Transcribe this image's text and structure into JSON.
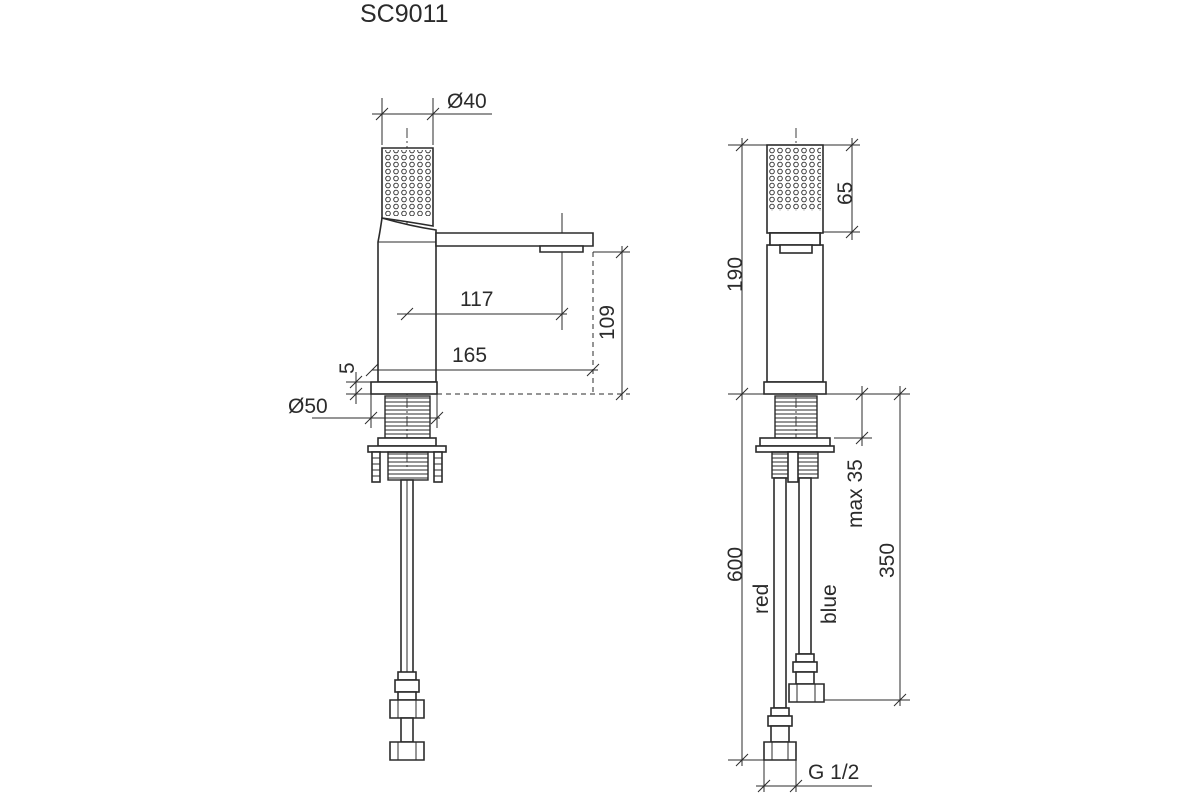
{
  "title": "SC9011",
  "front_view": {
    "dim_spout_dia": "Ø40",
    "dim_reach_117": "117",
    "dim_reach_165": "165",
    "dim_spout_height": "109",
    "dim_flange": "5",
    "dim_base_dia": "Ø50"
  },
  "side_view": {
    "dim_handle": "65",
    "dim_body_height": "190",
    "dim_hose_length": "600",
    "dim_max_deck": "max 35",
    "dim_tail_350": "350",
    "hose_red_label": "red",
    "hose_blue_label": "blue",
    "thread_label": "G 1/2"
  }
}
